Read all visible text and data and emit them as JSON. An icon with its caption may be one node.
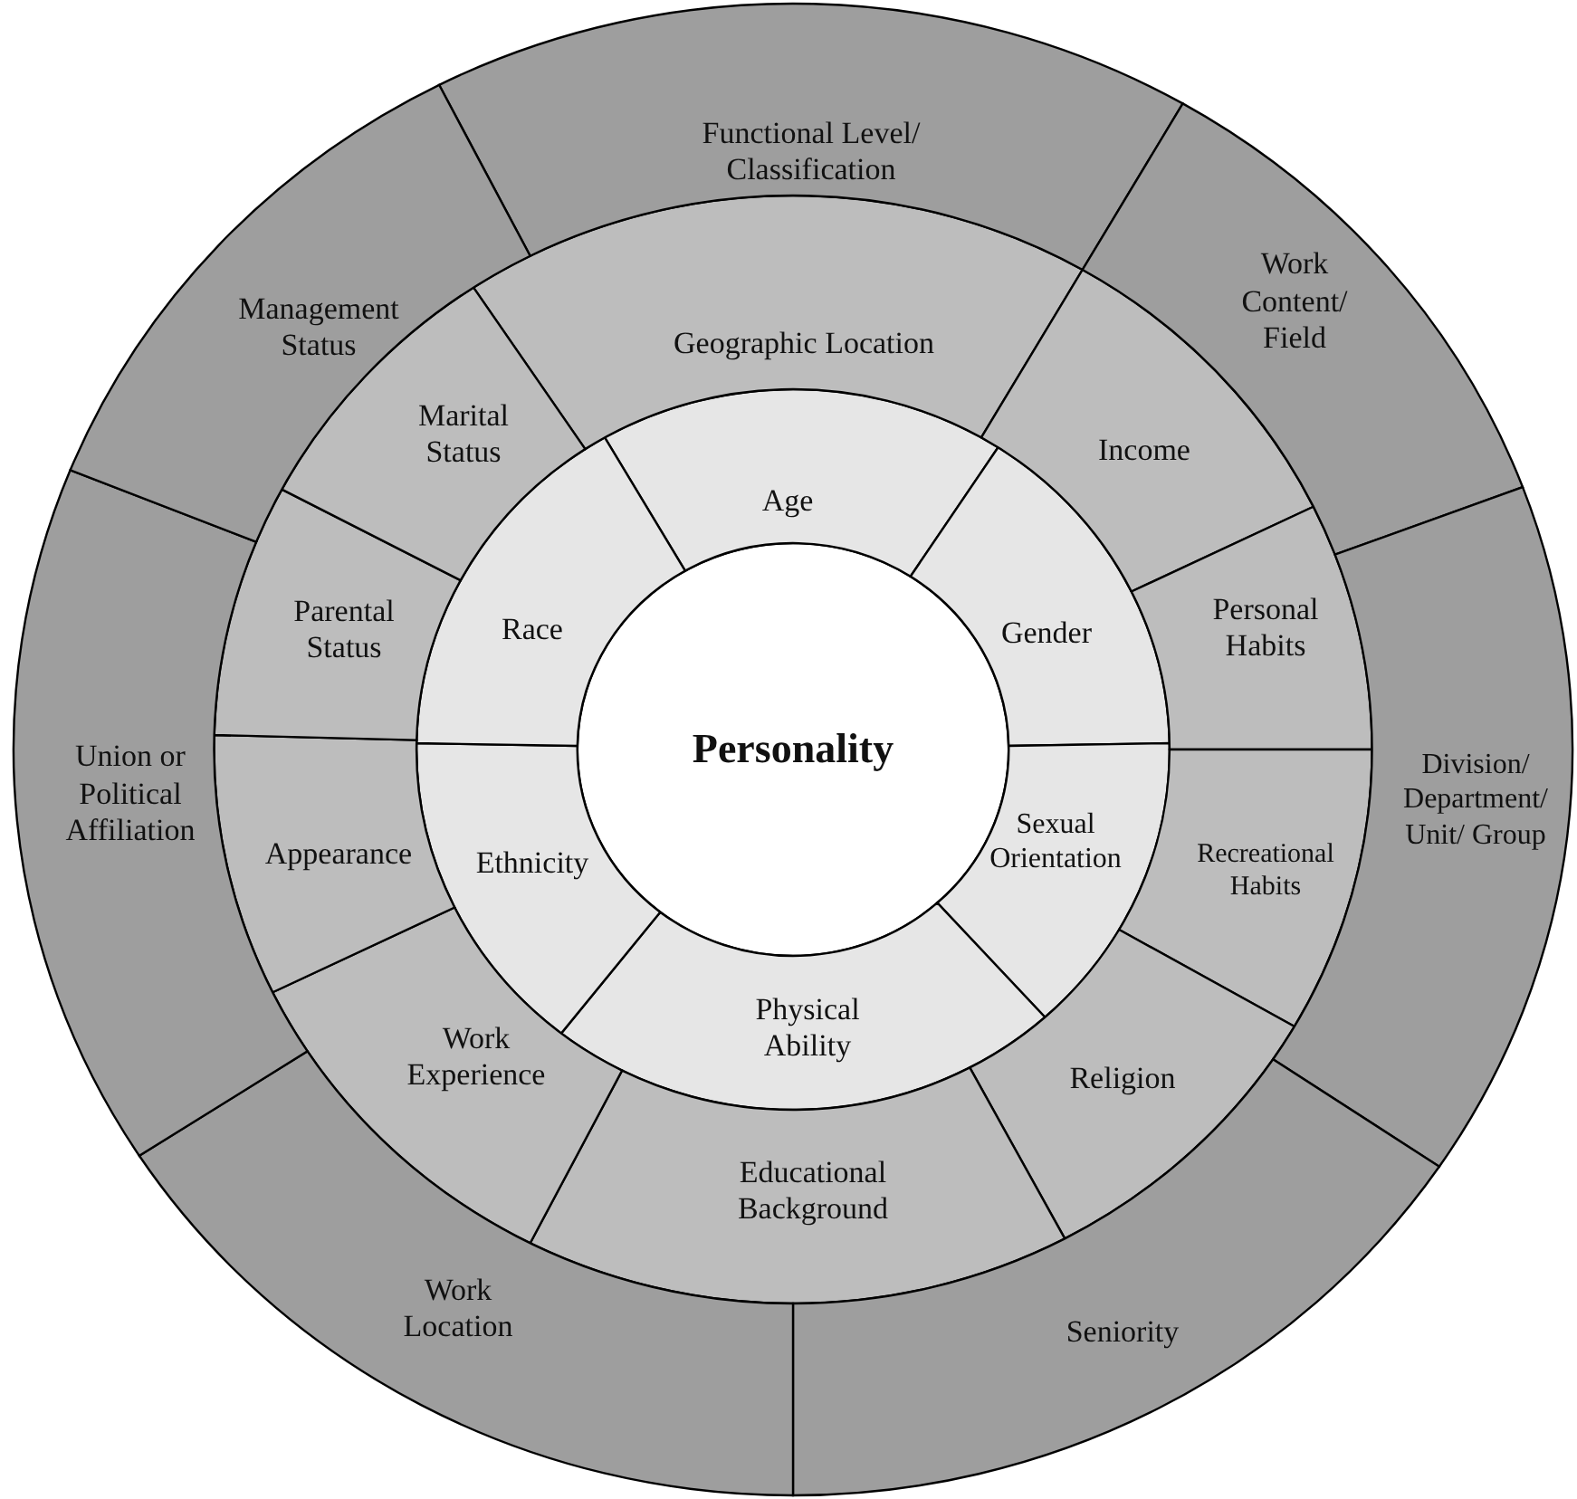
{
  "diagram": {
    "nodes": [
      {
        "text": [
          "Personality"
        ]
      },
      {
        "text": [
          "Age"
        ]
      },
      {
        "text": [
          "Gender"
        ]
      },
      {
        "text": [
          "Sexual Orientation"
        ]
      },
      {
        "text": [
          "Physical Ability"
        ]
      },
      {
        "text": [
          "Ethnicity"
        ]
      },
      {
        "text": [
          "Race"
        ]
      },
      {
        "text": [
          "Geographic Location"
        ]
      },
      {
        "text": [
          "Income"
        ]
      },
      {
        "text": [
          "Personal Habits"
        ]
      },
      {
        "text": [
          "Recreational Habits"
        ]
      },
      {
        "text": [
          "Religion"
        ]
      },
      {
        "text": [
          "Educational Background"
        ]
      },
      {
        "text": [
          "Work Experience"
        ]
      },
      {
        "text": [
          "Appearance"
        ]
      },
      {
        "text": [
          "Parental Status"
        ]
      },
      {
        "text": [
          "Marital Status"
        ]
      },
      {
        "text": [
          "Functional Level/ Classification"
        ]
      },
      {
        "text": [
          "Work Content/ Field"
        ]
      },
      {
        "text": [
          "Division/ Department/ Unit/ Group"
        ]
      },
      {
        "text": [
          "Seniority"
        ]
      },
      {
        "text": [
          "Work Location"
        ]
      },
      {
        "text": [
          "Union or Political Affiliation"
        ]
      },
      {
        "text": [
          "Management Status"
        ]
      }
    ]
  }
}
